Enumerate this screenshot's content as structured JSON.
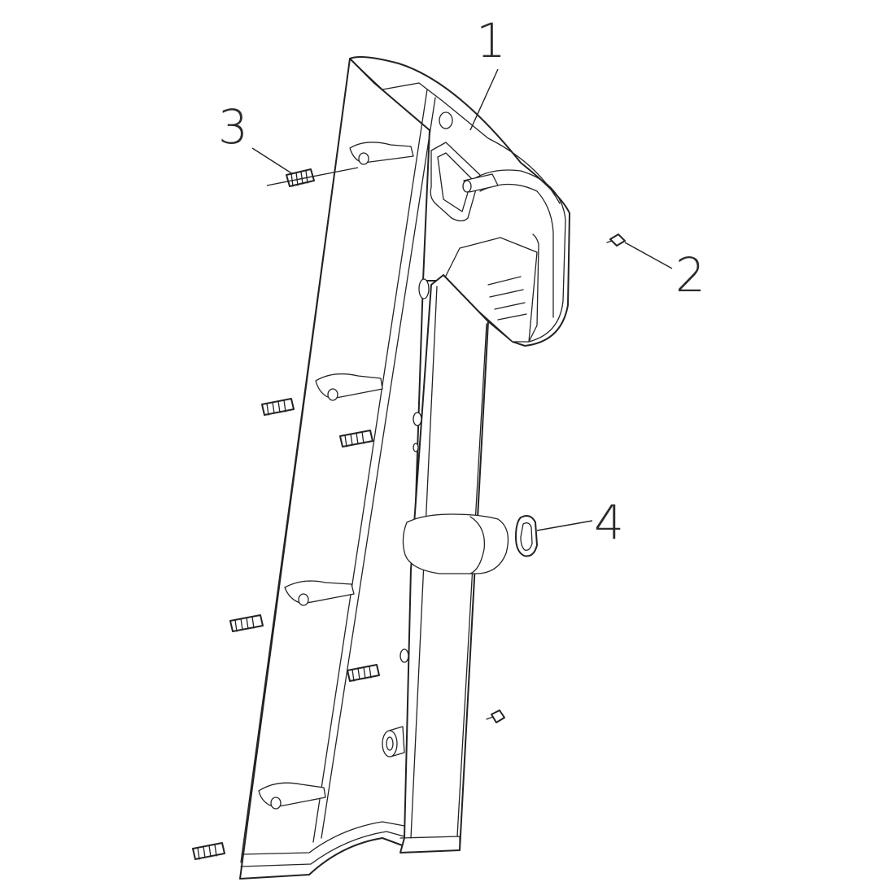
{
  "callouts": [
    {
      "number": "1",
      "part": "side-cover-panel"
    },
    {
      "number": "2",
      "part": "small-screw"
    },
    {
      "number": "3",
      "part": "snap-pin"
    },
    {
      "number": "4",
      "part": "rubber-grommet"
    }
  ],
  "colors": {
    "background": "#ffffff",
    "line": "#222222",
    "callout_text": "#2a2a2a"
  }
}
